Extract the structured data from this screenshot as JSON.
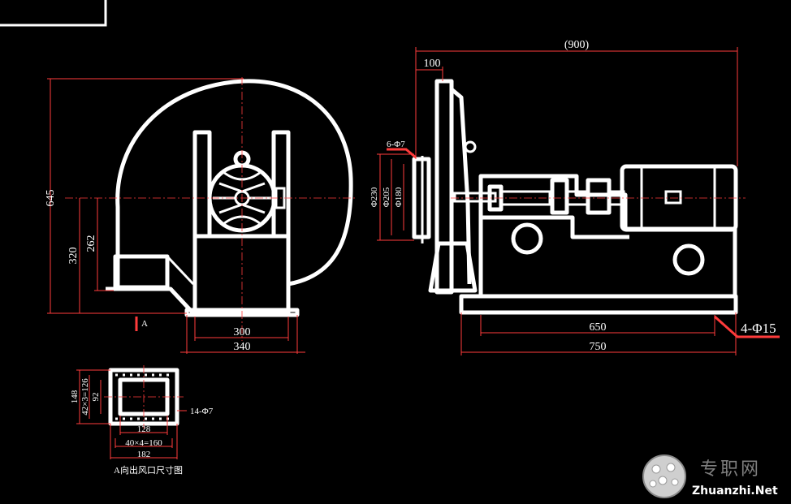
{
  "dimensions": {
    "front_view": {
      "overall_height": "645",
      "outlet_top_height": "320",
      "shaft_height": "262",
      "base_inner_width": "300",
      "base_outer_width": "340",
      "view_marker": "A"
    },
    "side_view": {
      "overall_length": "(900)",
      "flange_offset": "100",
      "bolt_circle_1": "Φ230",
      "bolt_circle_2": "Φ205",
      "bolt_circle_3": "Φ180",
      "flange_holes": "6-Φ7",
      "base_hole_spacing": "650",
      "base_length": "750",
      "anchor_holes": "4-Φ15"
    },
    "outlet_detail": {
      "outer_height": "148",
      "hole_pitch_vertical": "42×3=126",
      "inner_height": "92",
      "inner_width": "128",
      "hole_pitch_horizontal": "40×4=160",
      "outer_width": "182",
      "bolt_holes": "14-Φ7",
      "caption": "A向出风口尺寸图"
    }
  },
  "watermark": {
    "cn": "专职网",
    "en": "Zhuanzhi.Net"
  },
  "colors": {
    "background": "#000000",
    "outline": "#ffffff",
    "dimension_line": "#ff3b3b",
    "watermark_grey": "#7f7f7f"
  }
}
